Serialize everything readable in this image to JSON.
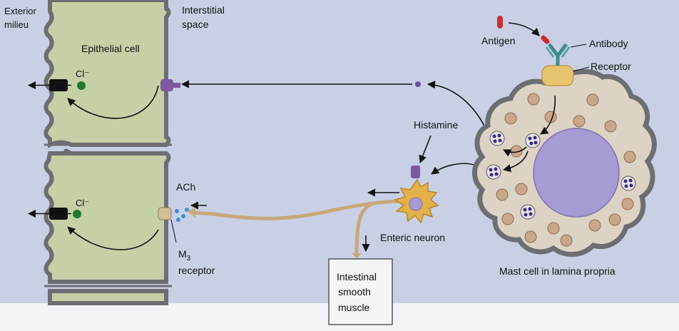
{
  "labels": {
    "exterior_milieu_line1": "Exterior",
    "exterior_milieu_line2": "milieu",
    "interstitial_line1": "Interstitial",
    "interstitial_line2": "space",
    "epithelial_cell": "Epithelial cell",
    "chloride_top": "Cl⁻",
    "chloride_bottom": "Cl⁻",
    "ach": "ACh",
    "m3_main": "M",
    "m3_sub": "3",
    "m3_line2": "receptor",
    "antigen": "Antigen",
    "antibody": "Antibody",
    "receptor": "Receptor",
    "histamine": "Histamine",
    "enteric_neuron": "Enteric neuron",
    "smooth_muscle_line1": "Intestinal",
    "smooth_muscle_line2": "smooth",
    "smooth_muscle_line3": "muscle",
    "mast_cell": "Mast cell in lamina propria"
  },
  "colors": {
    "background": "#c9d0e6",
    "epithelial_fill": "#c5d0a6",
    "membrane": "#6d6e73",
    "mast_fill": "#dcd3c4",
    "nucleus": "#a69bd2",
    "granule": "#c8a78a",
    "receptor_gold": "#e7c470",
    "antigen_red": "#cc2f2f",
    "antibody_teal": "#3f8c8c",
    "chloride_green": "#1f7a2f",
    "histamine_purple": "#6f4aa6"
  }
}
